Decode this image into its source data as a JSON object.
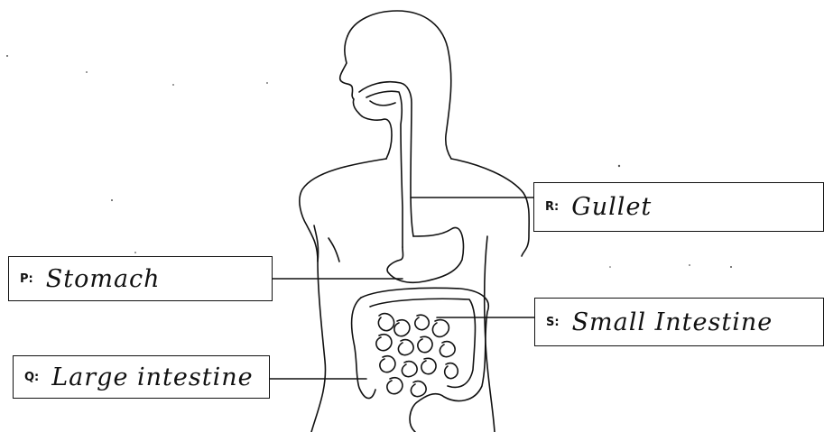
{
  "labels": {
    "r": {
      "letter": "R:",
      "text": "Gullet"
    },
    "p": {
      "letter": "P:",
      "text": "Stomach"
    },
    "s": {
      "letter": "S:",
      "text": "Small Intestine"
    },
    "q": {
      "letter": "Q:",
      "text": "Large intestine"
    }
  },
  "colors": {
    "ink": "#111111",
    "background": "#ffffff"
  }
}
